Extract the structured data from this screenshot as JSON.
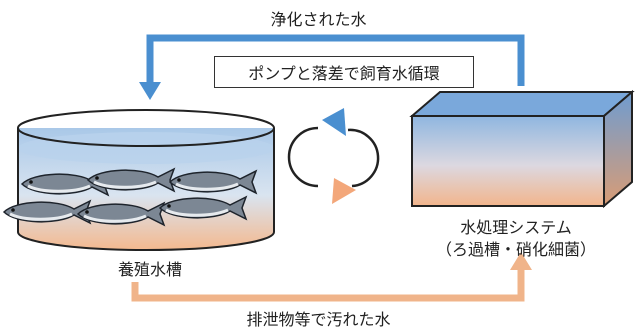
{
  "labels": {
    "top_flow": "浄化された水",
    "title": "ポンプと落差で飼育水循環",
    "bottom_flow": "排泄物等で汚れた水",
    "tank": "養殖水槽",
    "unit_line1": "水処理システム",
    "unit_line2": "（ろ過槽・硝化細菌）"
  },
  "colors": {
    "clean_water": "#4a8fd0",
    "dirty_water": "#f0b48a",
    "outline": "#222222"
  },
  "fish_count": 6
}
